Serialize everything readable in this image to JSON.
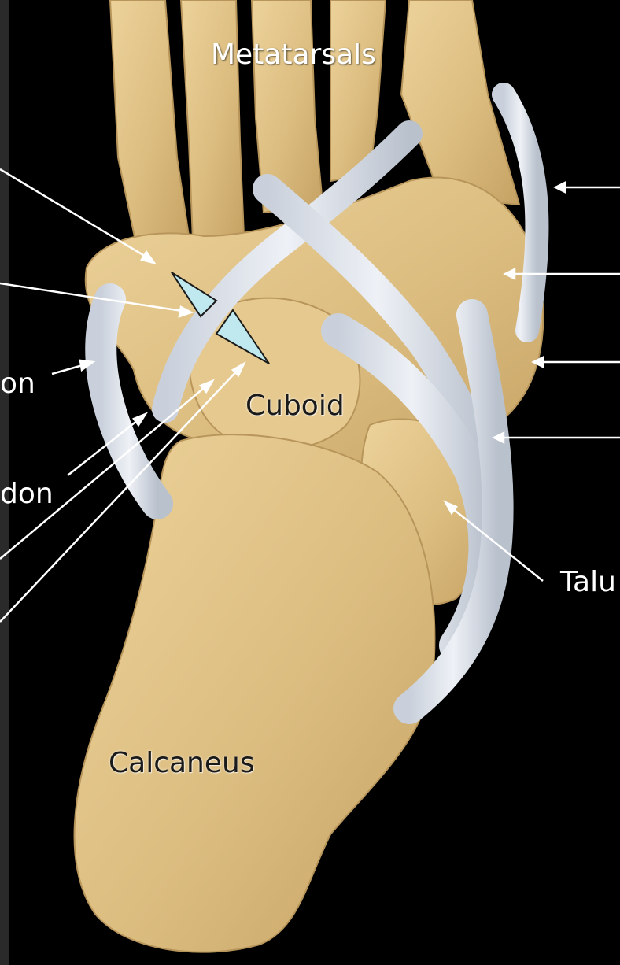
{
  "labels": {
    "metatarsals": "Metatarsals",
    "cuboid": "Cuboid",
    "calcaneus": "Calcaneus",
    "talus_partial": "Talu",
    "left_partial_1": "on",
    "left_partial_2": "don"
  },
  "colors": {
    "background": "#000000",
    "bone": "#e3c58a",
    "ligament": "#d7dde6",
    "marker": "#bfe9ef",
    "pointer": "#ffffff"
  }
}
